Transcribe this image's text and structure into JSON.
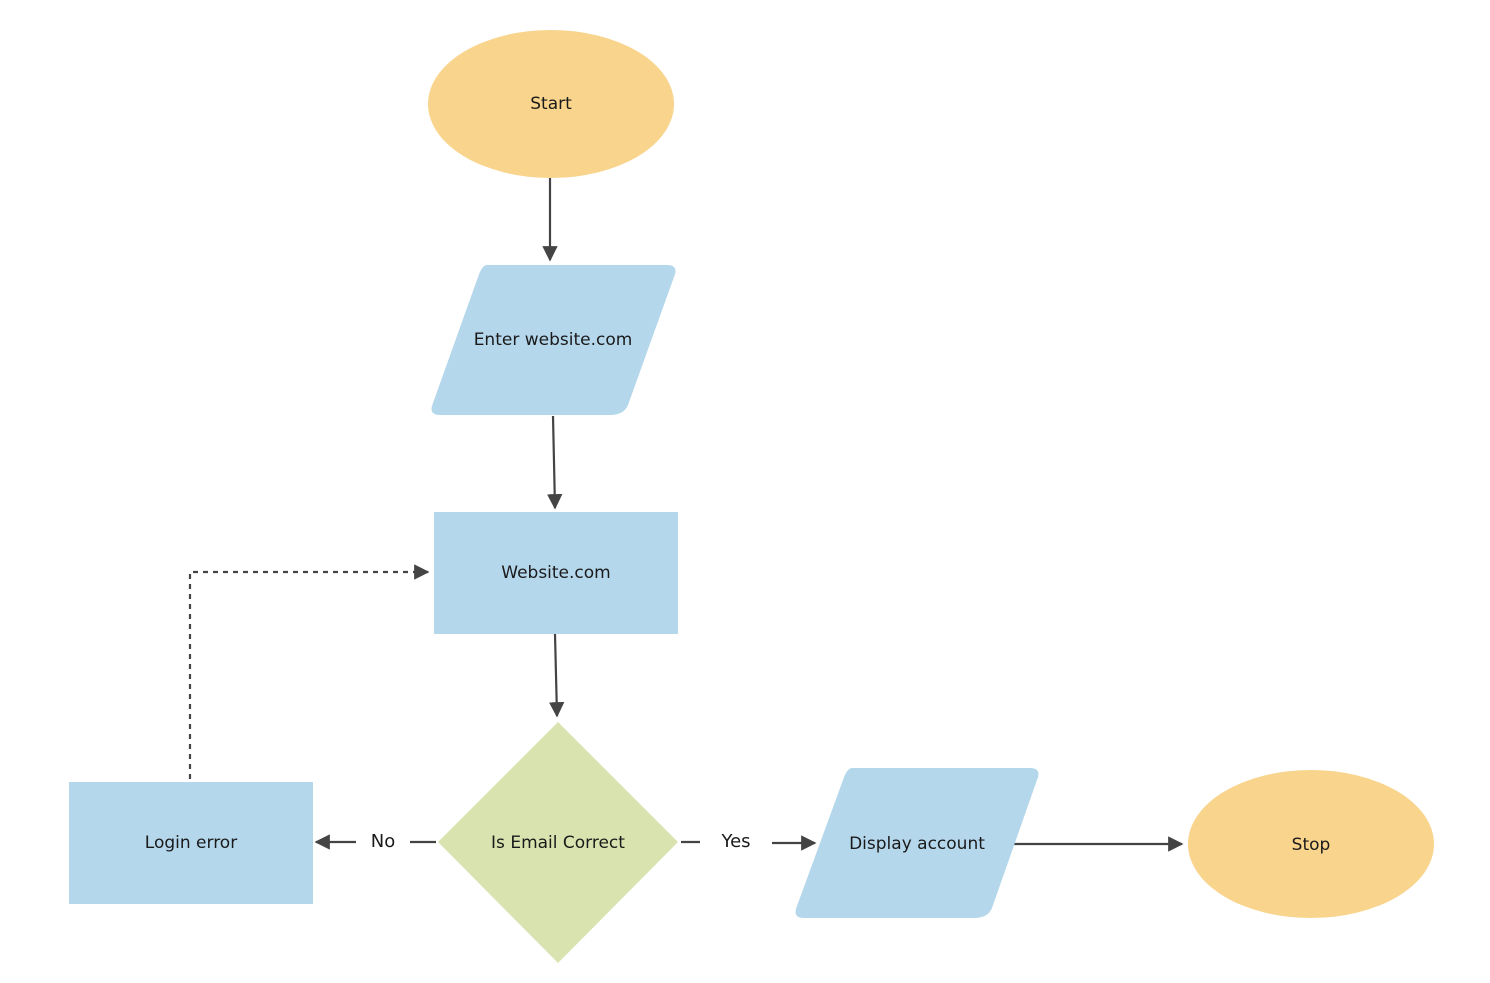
{
  "colors": {
    "terminal": "#f9d48c",
    "process": "#b5d7ec",
    "decision": "#d9e3b0",
    "connector": "#444444",
    "background": "#ffffff"
  },
  "nodes": {
    "start": {
      "label": "Start",
      "shape": "ellipse"
    },
    "enter_website": {
      "label": "Enter website.com",
      "shape": "parallelogram"
    },
    "website": {
      "label": "Website.com",
      "shape": "rectangle"
    },
    "decision": {
      "label": "Is Email Correct",
      "shape": "diamond"
    },
    "login_error": {
      "label": "Login error",
      "shape": "rectangle"
    },
    "display_account": {
      "label": "Display account",
      "shape": "parallelogram"
    },
    "stop": {
      "label": "Stop",
      "shape": "ellipse"
    }
  },
  "edges": {
    "no_label": "No",
    "yes_label": "Yes"
  }
}
